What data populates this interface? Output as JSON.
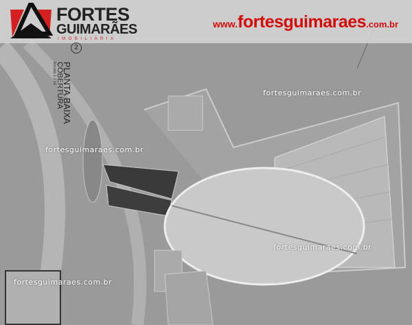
{
  "header": {
    "brand_line1": "FORTES",
    "brand_line2": "GUIMARÃES",
    "brand_line3": "IMOBILIÁRIA",
    "site_prefix": "www.",
    "site_main": "fortesguimaraes",
    "site_suffix": ".com.br",
    "brand_color": "#d40b0b"
  },
  "plan": {
    "number": "2",
    "title": "PLANTA BAIXA",
    "subtitle": "COBERTURA",
    "scale": "escala 1:150"
  },
  "watermarks": [
    "fortesguimaraes.com.br",
    "fortesguimaraes.com.br",
    "fortesguimaraes.com.br",
    "fortesguimaraes.com.br"
  ]
}
